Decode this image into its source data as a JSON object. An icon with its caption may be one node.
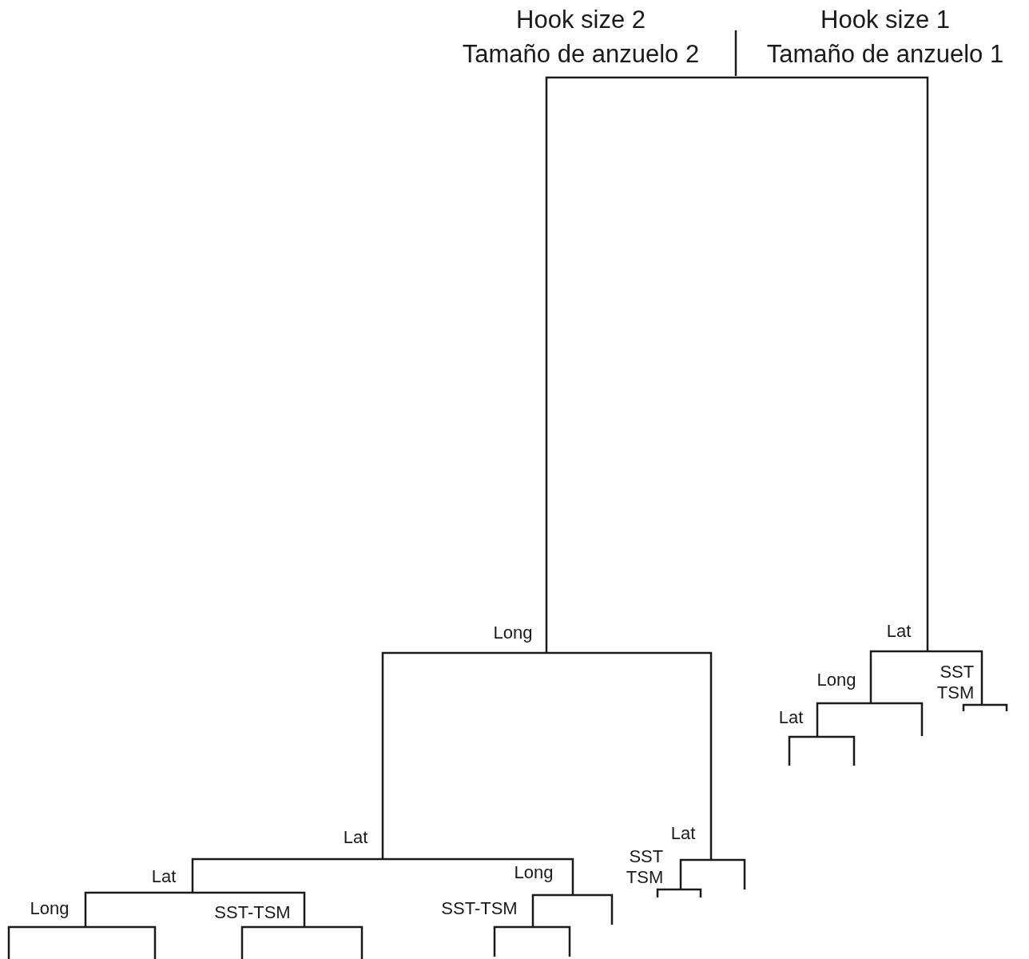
{
  "diagram": {
    "labels": [
      "Hook size 2",
      "Hook size 1",
      "Tamaño de anzuelo 2",
      "Tamaño de anzuelo 1",
      "Long",
      "Lat",
      "Long",
      "SST TSM",
      "Lat",
      "Lat",
      "Lat",
      "SST TSM",
      "Lat",
      "Long",
      "Long",
      "SST-TSM",
      "SST-TSM"
    ]
  }
}
